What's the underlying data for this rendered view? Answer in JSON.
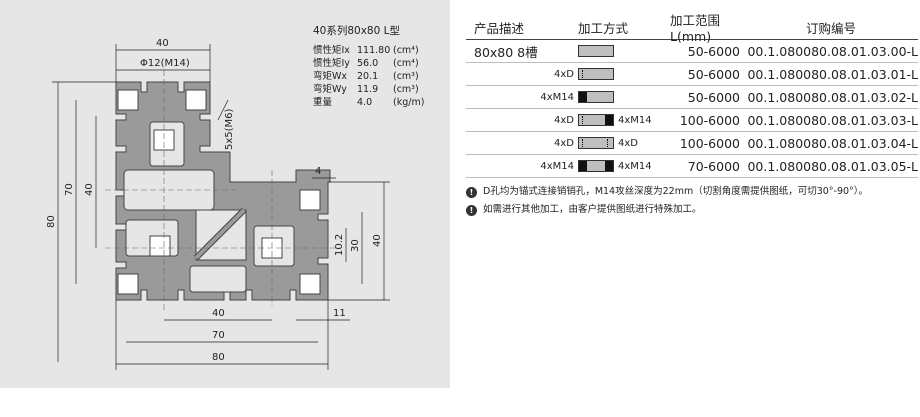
{
  "drawing": {
    "dims": {
      "top_width": "40",
      "hole": "Φ12(M14)",
      "slot": "5x5(M6)",
      "height_total": "80",
      "height_70": "70",
      "height_40": "40",
      "right_4": "4",
      "right_10_2": "10.2",
      "right_30": "30",
      "right_40": "40",
      "bottom_40": "40",
      "bottom_11": "11",
      "bottom_70": "70",
      "bottom_80": "80"
    },
    "properties": {
      "title": "40系列80x80 L型",
      "rows": [
        {
          "key": "惯性矩Ix",
          "value": "111.80",
          "unit": "(cm⁴)"
        },
        {
          "key": "惯性矩Iy",
          "value": "56.0",
          "unit": "(cm⁴)"
        },
        {
          "key": "弯矩Wx",
          "value": "20.1",
          "unit": "(cm³)"
        },
        {
          "key": "弯矩Wy",
          "value": "11.9",
          "unit": "(cm³)"
        },
        {
          "key": "重量",
          "value": "4.0",
          "unit": "(kg/m)"
        }
      ]
    }
  },
  "table": {
    "headers": {
      "desc": "产品描述",
      "process": "加工方式",
      "range": "加工范围L(mm)",
      "code": "订购编号"
    },
    "rows": [
      {
        "left": "80x80 8槽",
        "right": "",
        "range": "50-6000",
        "code": "00.1.080080.08.01.03.00-L"
      },
      {
        "left": "4xD",
        "right": "",
        "range": "50-6000",
        "code": "00.1.080080.08.01.03.01-L"
      },
      {
        "left": "4xM14",
        "right": "",
        "range": "50-6000",
        "code": "00.1.080080.08.01.03.02-L"
      },
      {
        "left": "4xD",
        "right": "4xM14",
        "range": "100-6000",
        "code": "00.1.080080.08.01.03.03-L"
      },
      {
        "left": "4xD",
        "right": "4xD",
        "range": "100-6000",
        "code": "00.1.080080.08.01.03.04-L"
      },
      {
        "left": "4xM14",
        "right": "4xM14",
        "range": "70-6000",
        "code": "00.1.080080.08.01.03.05-L"
      }
    ]
  },
  "notes": [
    "D孔均为锚式连接销销孔，M14攻丝深度为22mm（切割角度需提供图纸，可切30°-90°）。",
    "如需进行其他加工，由客户提供图纸进行特殊加工。"
  ]
}
